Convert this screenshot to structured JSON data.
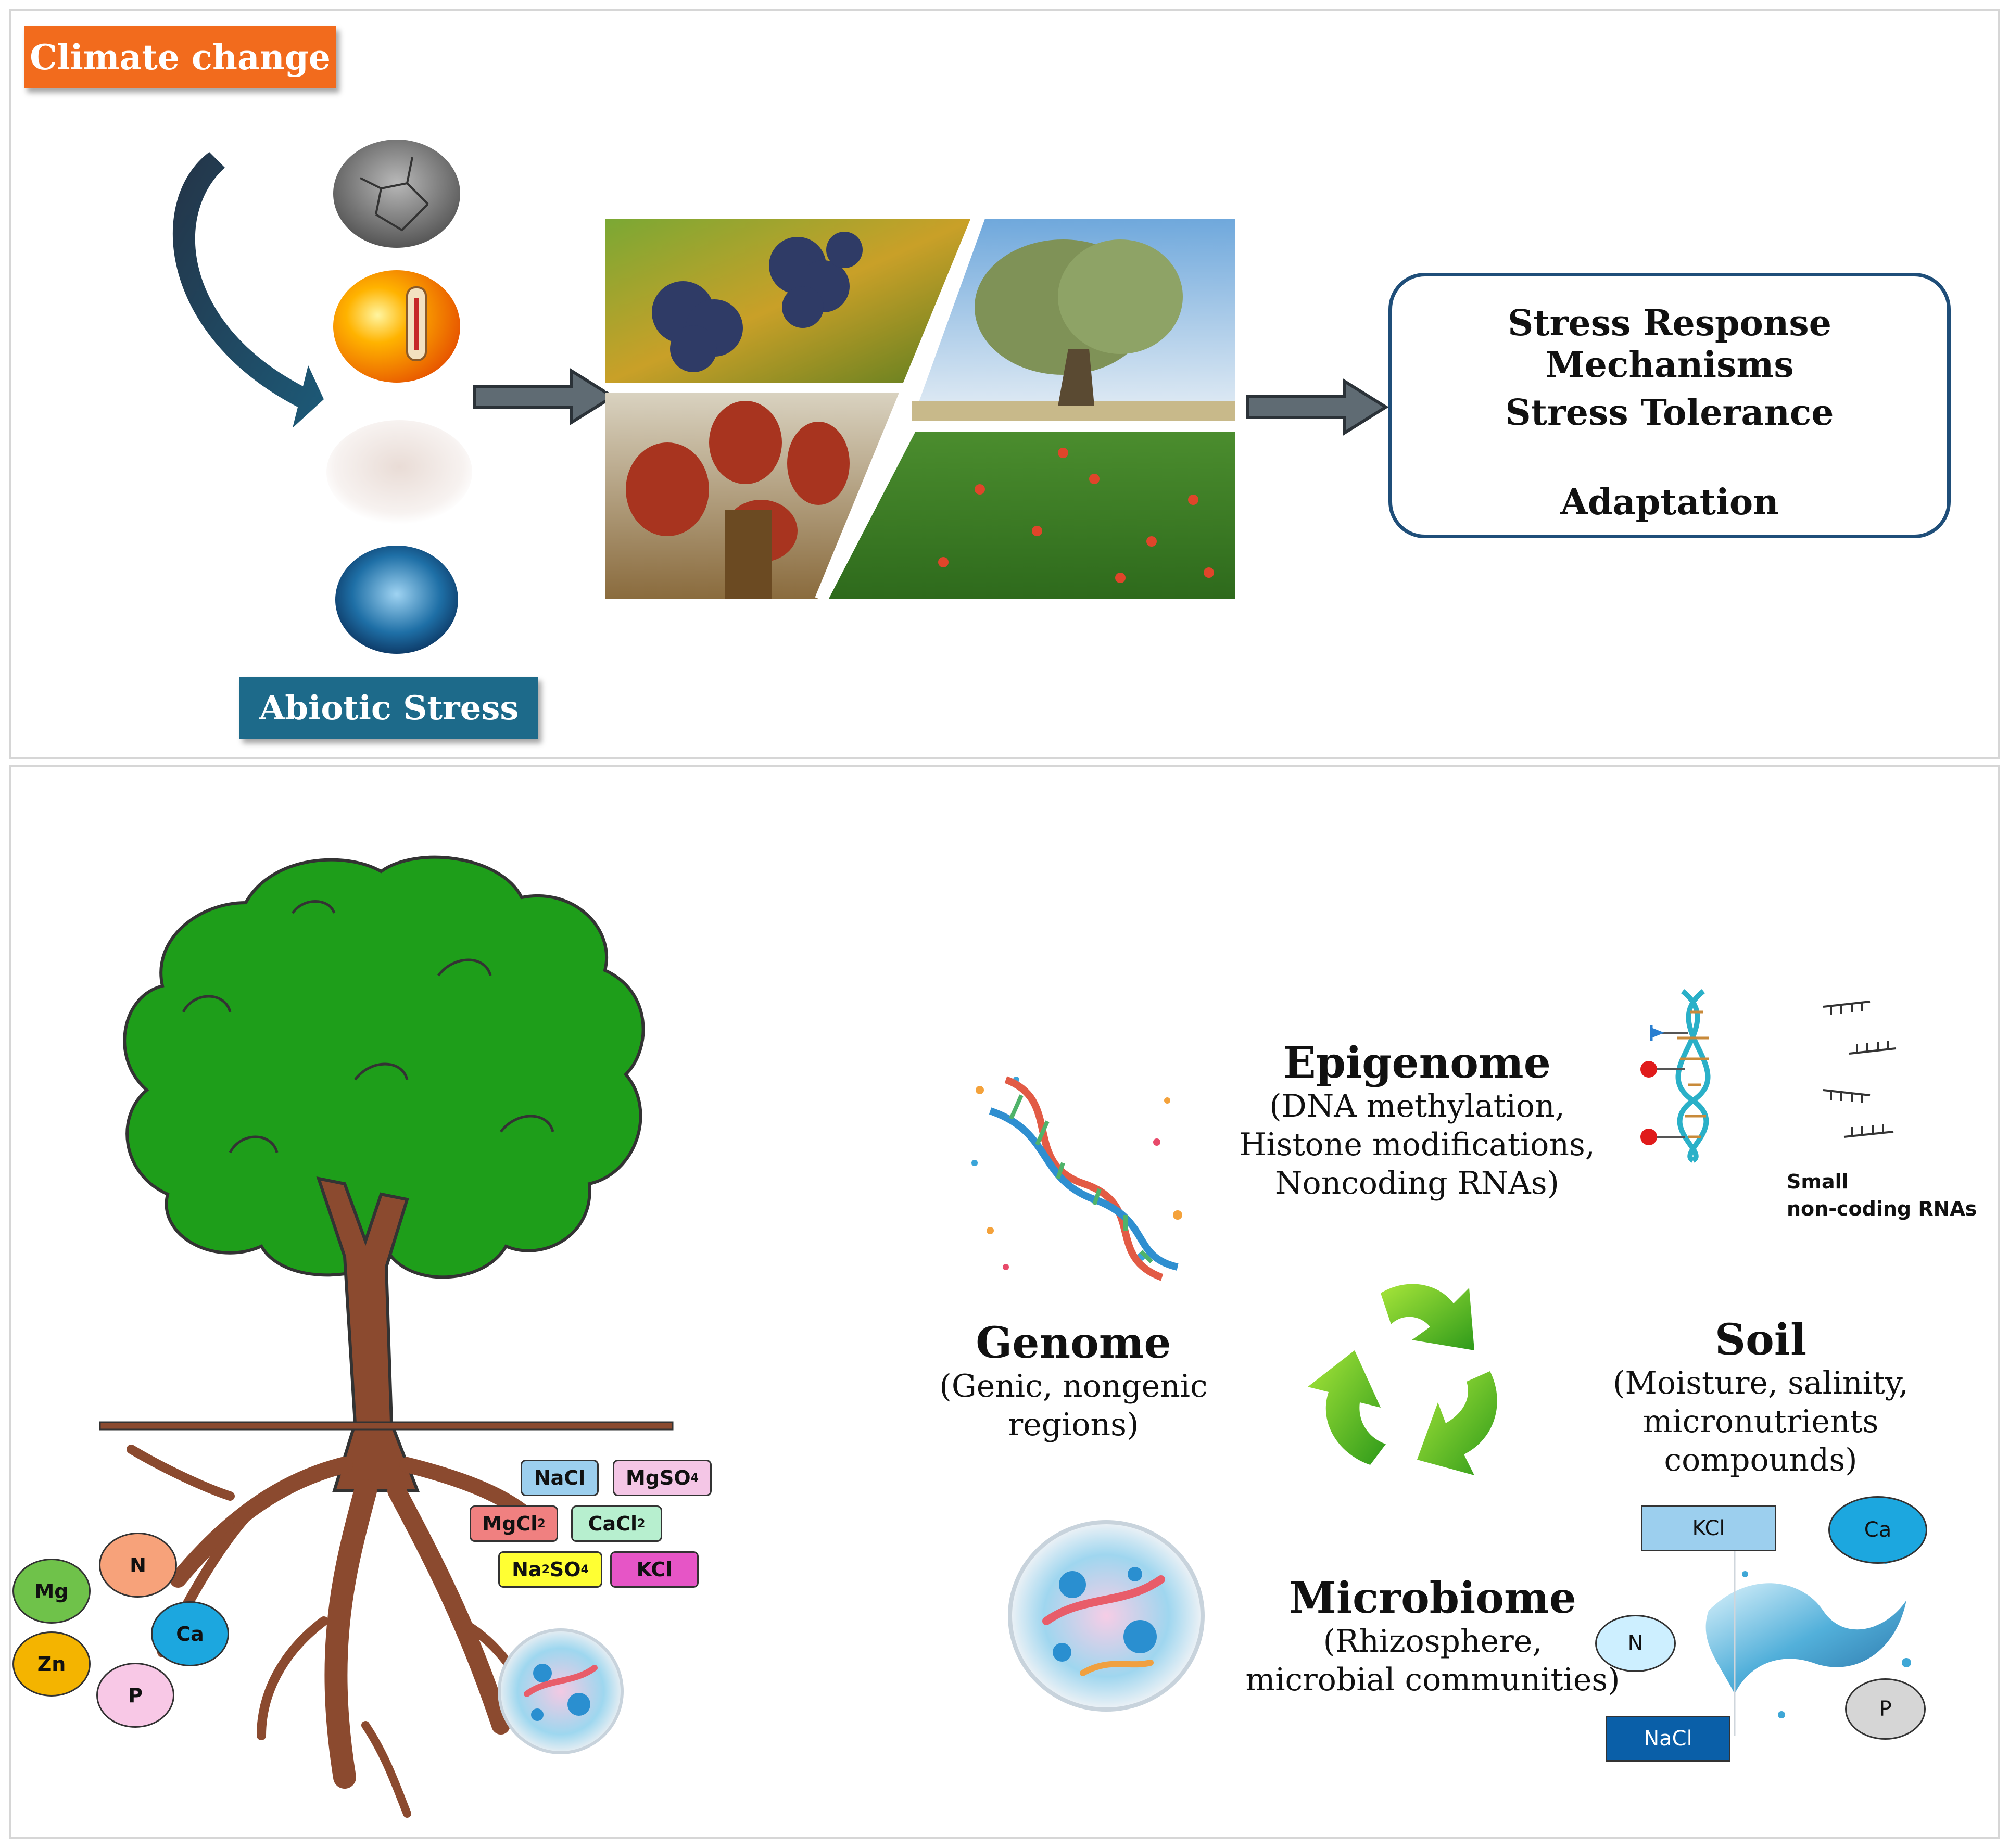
{
  "top": {
    "climate_change": "Climate change",
    "abiotic_stress": "Abiotic Stress",
    "outcomes": [
      "Stress Response Mechanisms",
      "Stress Tolerance",
      "Adaptation"
    ],
    "stress_icons": [
      "drought-icon",
      "heat-icon",
      "salt-icon",
      "cold-icon"
    ],
    "crop_photos": [
      "grapevine-photo",
      "olive-tree-photo",
      "date-palm-photo",
      "pomegranate-photo"
    ]
  },
  "bottom": {
    "epigenome": {
      "title": "Epigenome",
      "desc": [
        "(DNA methylation,",
        "Histone modifications,",
        "Noncoding RNAs)"
      ]
    },
    "genome": {
      "title": "Genome",
      "desc": [
        "(Genic, nongenic",
        "regions)"
      ]
    },
    "soil": {
      "title": "Soil",
      "desc": [
        "(Moisture, salinity,",
        "micronutrients",
        "compounds)"
      ]
    },
    "microbiome": {
      "title": "Microbiome",
      "desc": [
        "(Rhizosphere,",
        "microbial communities)"
      ]
    },
    "small_rna": [
      "Small",
      "non-coding RNAs"
    ],
    "tree_salts": {
      "nacl": "NaCl",
      "mgso4": "MgSO",
      "mgso4_sub": "4",
      "mgcl2": "MgCl",
      "mgcl2_sub": "2",
      "cacl2": "CaCl",
      "cacl2_sub": "2",
      "na2so4_a": "Na",
      "na2so4_sub1": "2",
      "na2so4_b": "SO",
      "na2so4_sub2": "4",
      "kcl": "KCl"
    },
    "tree_ions": {
      "mg": "Mg",
      "n": "N",
      "ca": "Ca",
      "zn": "Zn",
      "p": "P"
    },
    "soil_items": {
      "kcl": "KCl",
      "ca": "Ca",
      "n": "N",
      "p": "P",
      "nacl": "NaCl"
    },
    "colors": {
      "accent_orange": "#f26b1d",
      "accent_blue": "#1d6a8a",
      "tree_green": "#1e9e1a",
      "trunk_brown": "#8b4a2f"
    }
  }
}
